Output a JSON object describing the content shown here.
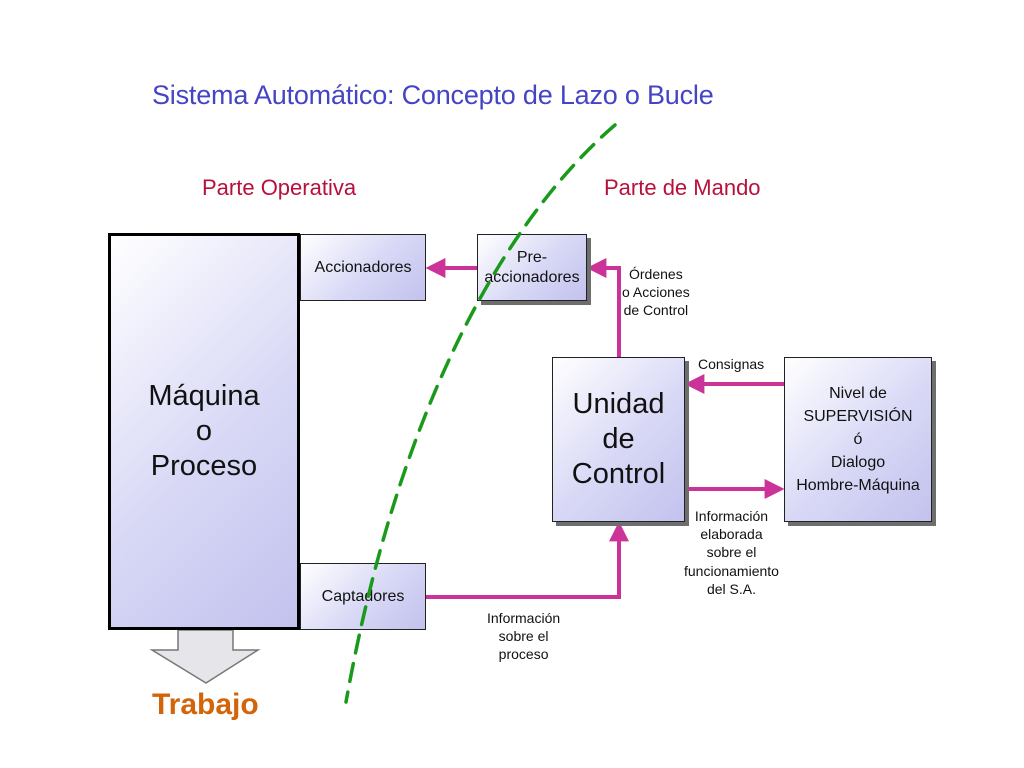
{
  "title": "Sistema Automático: Concepto de Lazo o Bucle",
  "sections": {
    "operativa": "Parte Operativa",
    "mando": "Parte de Mando"
  },
  "boxes": {
    "maquina": [
      "Máquina",
      "o",
      "Proceso"
    ],
    "accionadores": "Accionadores",
    "captadores": "Captadores",
    "preaccionadores": [
      "Pre-",
      "accionadores"
    ],
    "unidad_control": [
      "Unidad",
      "de",
      "Control"
    ],
    "nivel_supervision": [
      "Nivel de",
      "SUPERVISIÓN",
      "ó",
      "Dialogo",
      "Hombre-Máquina"
    ]
  },
  "labels": {
    "ordenes": [
      "Órdenes",
      "o Acciones",
      "de Control"
    ],
    "consignas": "Consignas",
    "info_elaborada": [
      "Información",
      "elaborada",
      "sobre el",
      "funcionamiento",
      "del S.A."
    ],
    "info_proceso": [
      "Información",
      "sobre el",
      "proceso"
    ]
  },
  "output": "Trabajo",
  "colors": {
    "title": "#4444c4",
    "section": "#b8103a",
    "arrow": "#cc3399",
    "boundary": "#1a9a1a",
    "output": "#d4640a"
  }
}
